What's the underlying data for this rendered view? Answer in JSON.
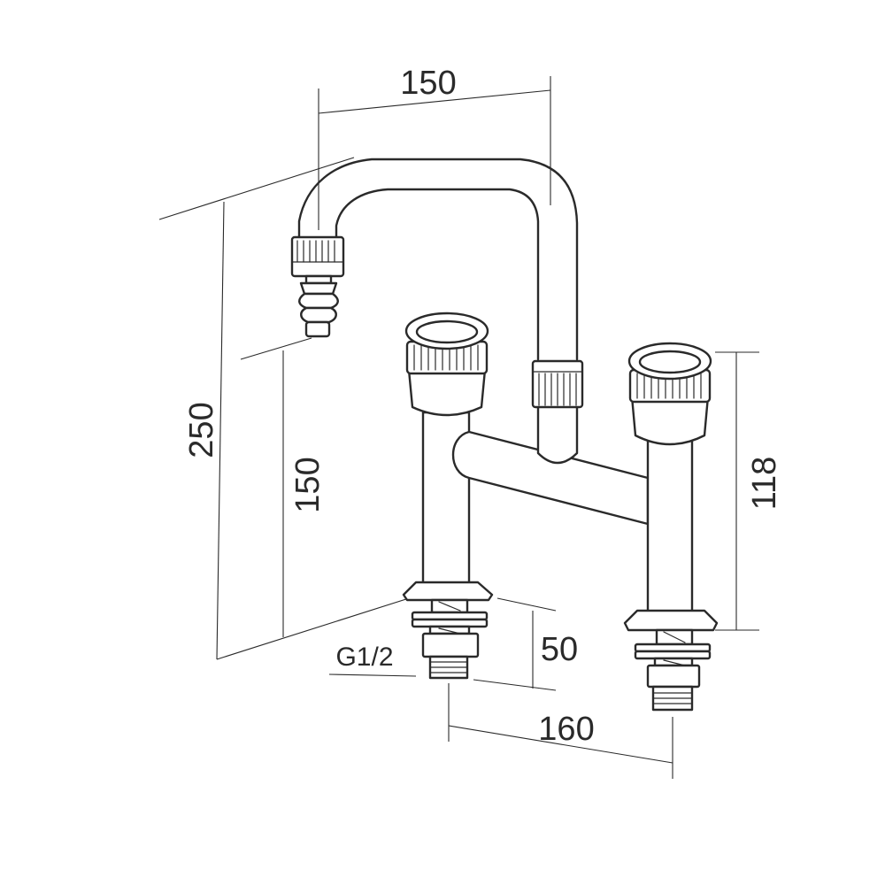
{
  "dimensions": {
    "spout_reach": "150",
    "total_height": "250",
    "outlet_height": "150",
    "handle_height": "118",
    "shank_length": "50",
    "center_distance": "160",
    "thread_size": "G1/2"
  },
  "colors": {
    "line": "#2a2a2a",
    "background": "#ffffff"
  }
}
